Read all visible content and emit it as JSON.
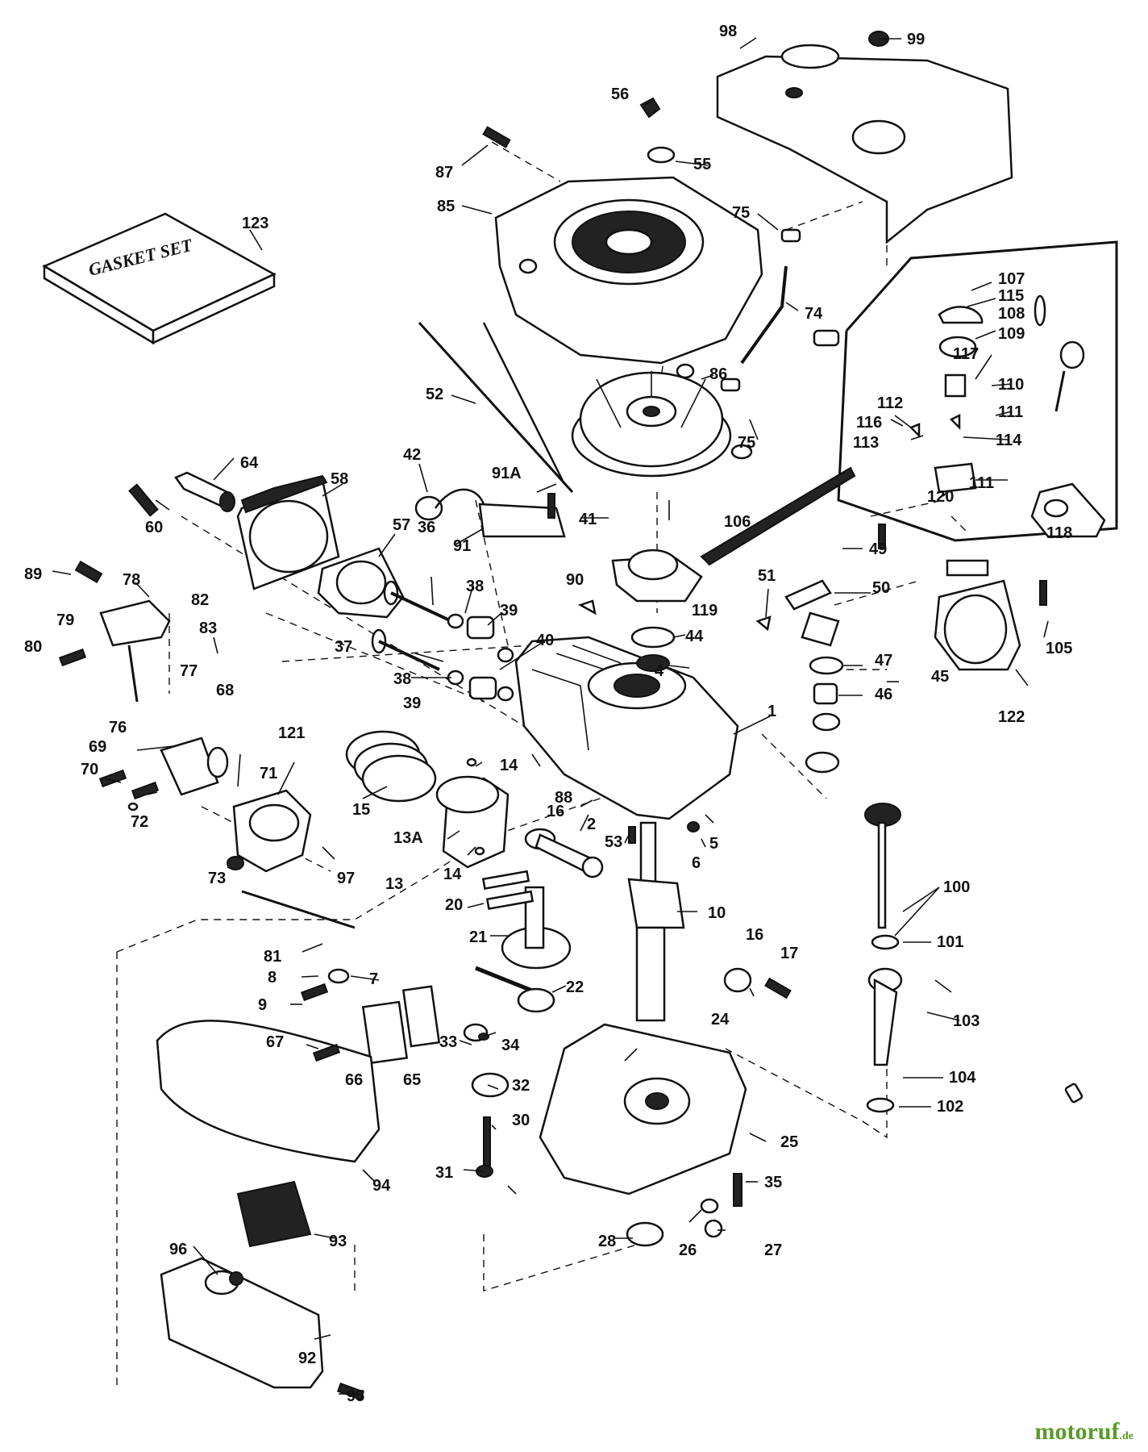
{
  "gasket_text": "GASKET SET",
  "watermark": "motoruf",
  "watermark_suffix": ".de",
  "labels": [
    "1",
    "2",
    "4",
    "5",
    "6",
    "7",
    "8",
    "9",
    "10",
    "13",
    "13A",
    "14",
    "14",
    "15",
    "16",
    "16",
    "17",
    "20",
    "21",
    "22",
    "24",
    "25",
    "26",
    "27",
    "28",
    "30",
    "31",
    "32",
    "33",
    "34",
    "35",
    "36",
    "37",
    "38",
    "38",
    "39",
    "39",
    "40",
    "41",
    "42",
    "44",
    "45",
    "46",
    "47",
    "49",
    "50",
    "51",
    "52",
    "53",
    "55",
    "56",
    "57",
    "58",
    "60",
    "64",
    "65",
    "66",
    "67",
    "68",
    "69",
    "70",
    "71",
    "72",
    "73",
    "74",
    "75",
    "75",
    "76",
    "77",
    "78",
    "79",
    "80",
    "81",
    "82",
    "83",
    "85",
    "86",
    "87",
    "88",
    "89",
    "90",
    "91",
    "91A",
    "92",
    "93",
    "94",
    "95",
    "96",
    "97",
    "98",
    "99",
    "100",
    "101",
    "102",
    "103",
    "104",
    "105",
    "106",
    "107",
    "108",
    "109",
    "110",
    "111",
    "111",
    "112",
    "113",
    "114",
    "115",
    "116",
    "117",
    "118",
    "119",
    "120",
    "121",
    "122",
    "123"
  ]
}
